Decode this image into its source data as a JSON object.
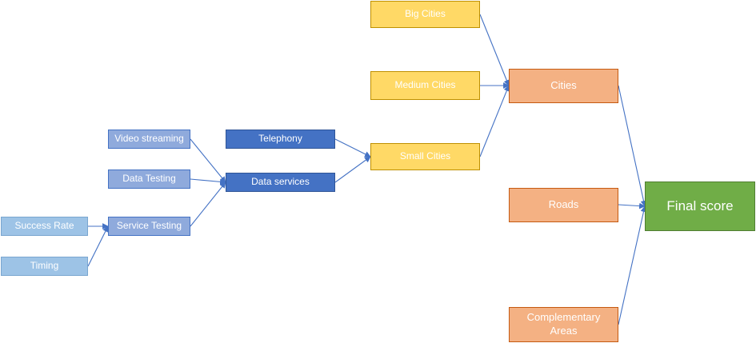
{
  "diagram": {
    "colors": {
      "line": "#4472c4",
      "light_blue": "#9dc3e6",
      "medium_blue": "#8faadc",
      "dark_blue": "#4472c4",
      "yellow": "#ffd966",
      "orange": "#f4b183",
      "green": "#70ad47"
    },
    "nodes": {
      "success_rate": "Success Rate",
      "timing": "Timing",
      "video_streaming": "Video streaming",
      "data_testing": "Data Testing",
      "service_testing": "Service Testing",
      "telephony": "Telephony",
      "data_services": "Data services",
      "big_cities": "Big Cities",
      "medium_cities": "Medium Cities",
      "small_cities": "Small Cities",
      "cities": "Cities",
      "roads": "Roads",
      "complementary_areas_line1": "Complementary",
      "complementary_areas_line2": "Areas",
      "final_score": "Final score"
    },
    "edges": [
      {
        "from": "success_rate",
        "to": "service_testing"
      },
      {
        "from": "timing",
        "to": "service_testing"
      },
      {
        "from": "video_streaming",
        "to": "data_services"
      },
      {
        "from": "data_testing",
        "to": "data_services"
      },
      {
        "from": "service_testing",
        "to": "data_services"
      },
      {
        "from": "telephony",
        "to": "small_cities"
      },
      {
        "from": "data_services",
        "to": "small_cities"
      },
      {
        "from": "big_cities",
        "to": "cities"
      },
      {
        "from": "medium_cities",
        "to": "cities"
      },
      {
        "from": "small_cities",
        "to": "cities"
      },
      {
        "from": "cities",
        "to": "final_score"
      },
      {
        "from": "roads",
        "to": "final_score"
      },
      {
        "from": "complementary_areas",
        "to": "final_score"
      }
    ]
  }
}
